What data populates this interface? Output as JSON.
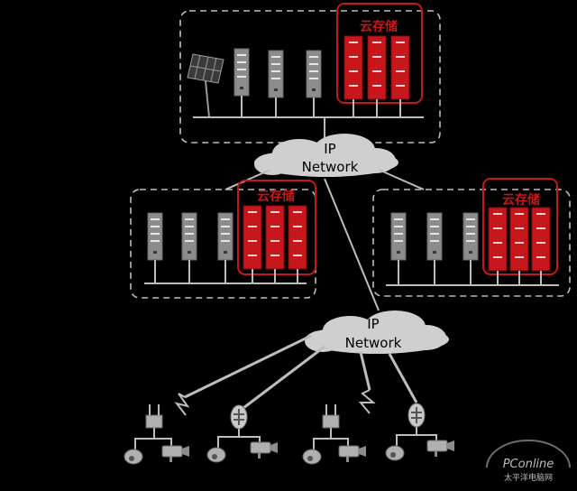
{
  "title": "",
  "storage_label": "云存储",
  "network_label_line1": "IP",
  "network_label_line2": "Network",
  "watermark_brand": "PConline",
  "watermark_sub": "太平洋电脑网",
  "colors": {
    "background": "#000000",
    "frame": "#bdbdbd",
    "server_gray": "#8c8c8c",
    "storage_red": "#c8161d",
    "storage_border": "#c8161d",
    "cloud": "#cfcfcf",
    "link": "#9a9a9a",
    "camera": "#b0b0b0"
  }
}
